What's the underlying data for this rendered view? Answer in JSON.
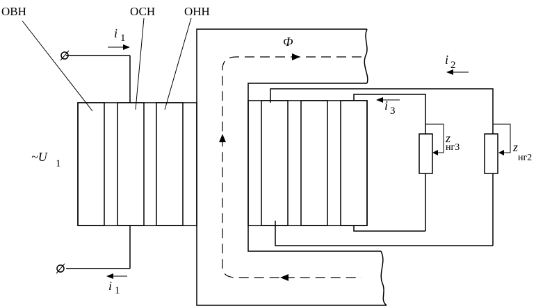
{
  "labels": {
    "ovn": "ОВН",
    "osn": "ОСН",
    "onn": "ОНН",
    "flux": "Ф",
    "voltage_symbol": "~U",
    "voltage_sub": "1",
    "i1_top": "i",
    "i1_top_sub": "1",
    "i1_bottom": "i",
    "i1_bottom_sub": "1",
    "i2": "i",
    "i2_sub": "2",
    "i3": "i",
    "i3_sub": "3",
    "z3": "z",
    "z3_sub": "нг3",
    "z2": "z",
    "z2_sub": "нг2"
  }
}
